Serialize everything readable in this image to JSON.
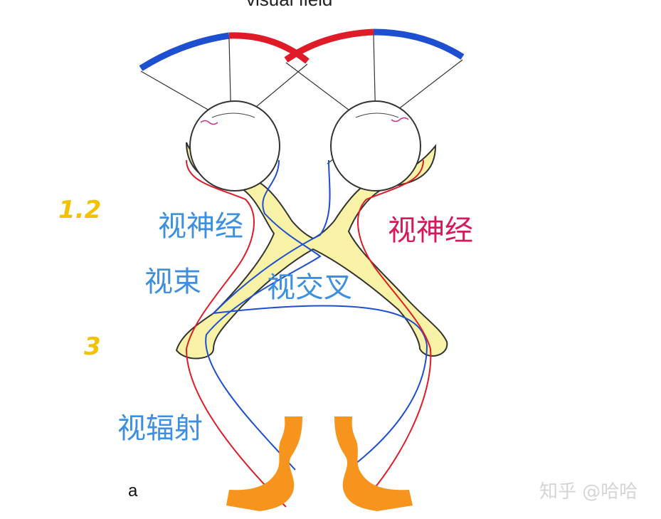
{
  "header": {
    "title": "visual field"
  },
  "labels": {
    "optic_nerve_left": "视神经",
    "optic_nerve_right": "视神经",
    "optic_tract": "视束",
    "optic_chiasm": "视交叉",
    "optic_radiation": "视辐射",
    "mark_12": "1.2",
    "mark_3": "3",
    "panel_letter": "a"
  },
  "watermark": "知乎 @哈哈",
  "colors": {
    "blue": "#3d8fe0",
    "red": "#d8185a",
    "nerve_fill": "#f7f2a6",
    "cortex": "#f7941d",
    "annotation_yellow": "#f2c200"
  }
}
